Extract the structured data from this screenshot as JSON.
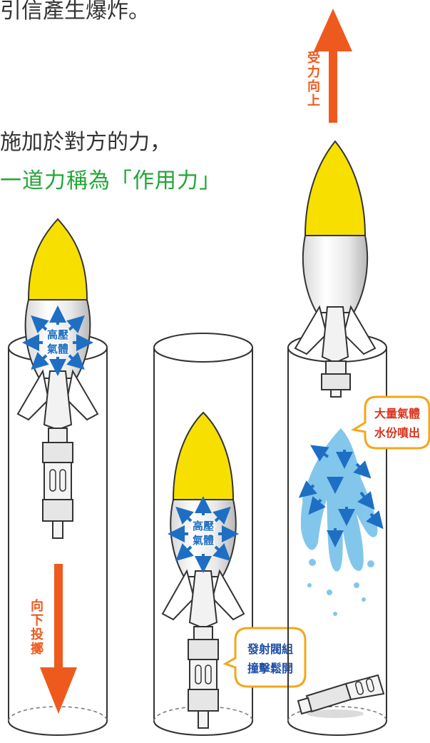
{
  "text": {
    "line1": "引信產生爆炸。",
    "line2": "施加於對方的力，",
    "line3": "一道力稱為「作用力」"
  },
  "labels": {
    "up_force": [
      "受",
      "力",
      "向",
      "上"
    ],
    "down_throw": [
      "向",
      "下",
      "投",
      "擲"
    ],
    "pressure": [
      "高壓",
      "氣體"
    ],
    "valve": [
      "發射閥組",
      "撞擊鬆開"
    ],
    "gas_water": [
      "大量氣體",
      "水份噴出"
    ]
  },
  "colors": {
    "text": "#333333",
    "highlight": "#21a535",
    "arrow": "#ee5a1d",
    "nose": "#f7e000",
    "pressure_arrow": "#1e6fc4",
    "bubble_border": "#f2a71b",
    "valve_label": "#1e4fa8",
    "gas_label": "#d8331c",
    "water": "#5ab4e6"
  }
}
